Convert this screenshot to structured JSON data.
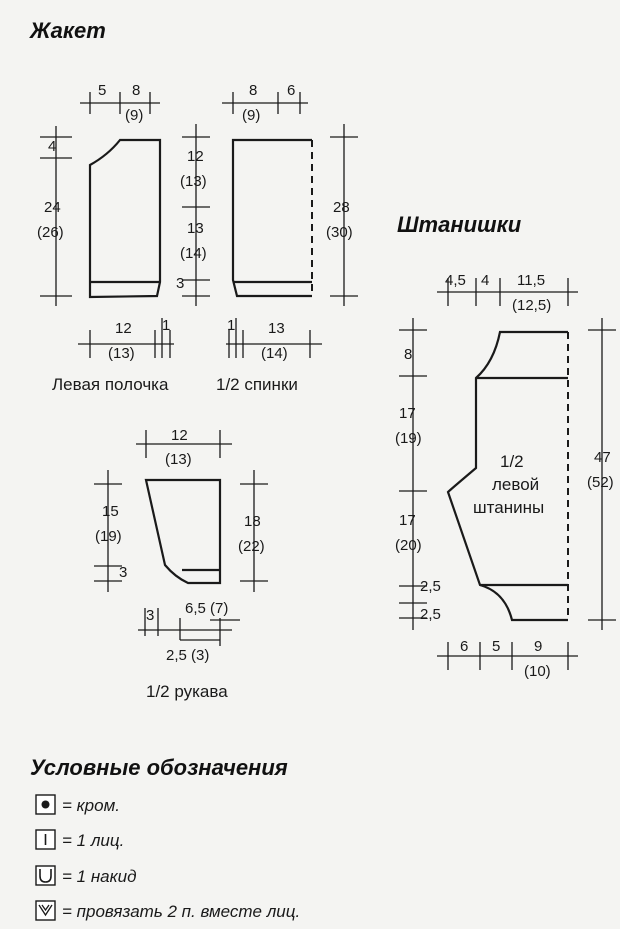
{
  "jacket": {
    "title": "Жакет",
    "left_front": {
      "caption": "Левая полочка",
      "top_w1": "5",
      "top_w2": "8",
      "top_w2_alt": "(9)",
      "h_top": "4",
      "h_main": "24",
      "h_main_alt": "(26)",
      "bottom_w": "12",
      "bottom_w_alt": "(13)",
      "bottom_edge": "1"
    },
    "half_back": {
      "caption": "1/2 спинки",
      "top_w1": "8",
      "top_w1_alt": "(9)",
      "top_w2": "6",
      "left_h1": "12",
      "left_h1_alt": "(13)",
      "left_h2": "13",
      "left_h2_alt": "(14)",
      "left_h3": "3",
      "right_h": "28",
      "right_h_alt": "(30)",
      "bottom_edge": "1",
      "bottom_w": "13",
      "bottom_w_alt": "(14)"
    },
    "half_sleeve": {
      "caption": "1/2 рукава",
      "top_w": "12",
      "top_w_alt": "(13)",
      "left_h1": "15",
      "left_h1_alt": "(19)",
      "left_h2": "3",
      "right_h": "18",
      "right_h_alt": "(22)",
      "bottom_a": "3",
      "bottom_b": "6,5 (7)",
      "bottom_c": "2,5 (3)"
    }
  },
  "pants": {
    "title": "Штанишки",
    "label_line1": "1/2",
    "label_line2": "левой",
    "label_line3": "штанины",
    "top_w1": "4,5",
    "top_w2": "4",
    "top_w3": "11,5",
    "top_w3_alt": "(12,5)",
    "left_h1": "8",
    "left_h2": "17",
    "left_h2_alt": "(19)",
    "left_h3": "17",
    "left_h3_alt": "(20)",
    "left_h4": "2,5",
    "left_h5": "2,5",
    "right_h": "47",
    "right_h_alt": "(52)",
    "bottom_w1": "6",
    "bottom_w2": "5",
    "bottom_w3": "9",
    "bottom_w3_alt": "(10)"
  },
  "legend": {
    "title": "Условные обозначения",
    "items": [
      {
        "symbol": "edge-dot-icon",
        "text": "= кром."
      },
      {
        "symbol": "knit-stitch-icon",
        "text": "= 1 лиц."
      },
      {
        "symbol": "yarn-over-icon",
        "text": "= 1 накид"
      },
      {
        "symbol": "k2tog-icon",
        "text": "= провязать 2 п. вместе лиц."
      }
    ]
  }
}
